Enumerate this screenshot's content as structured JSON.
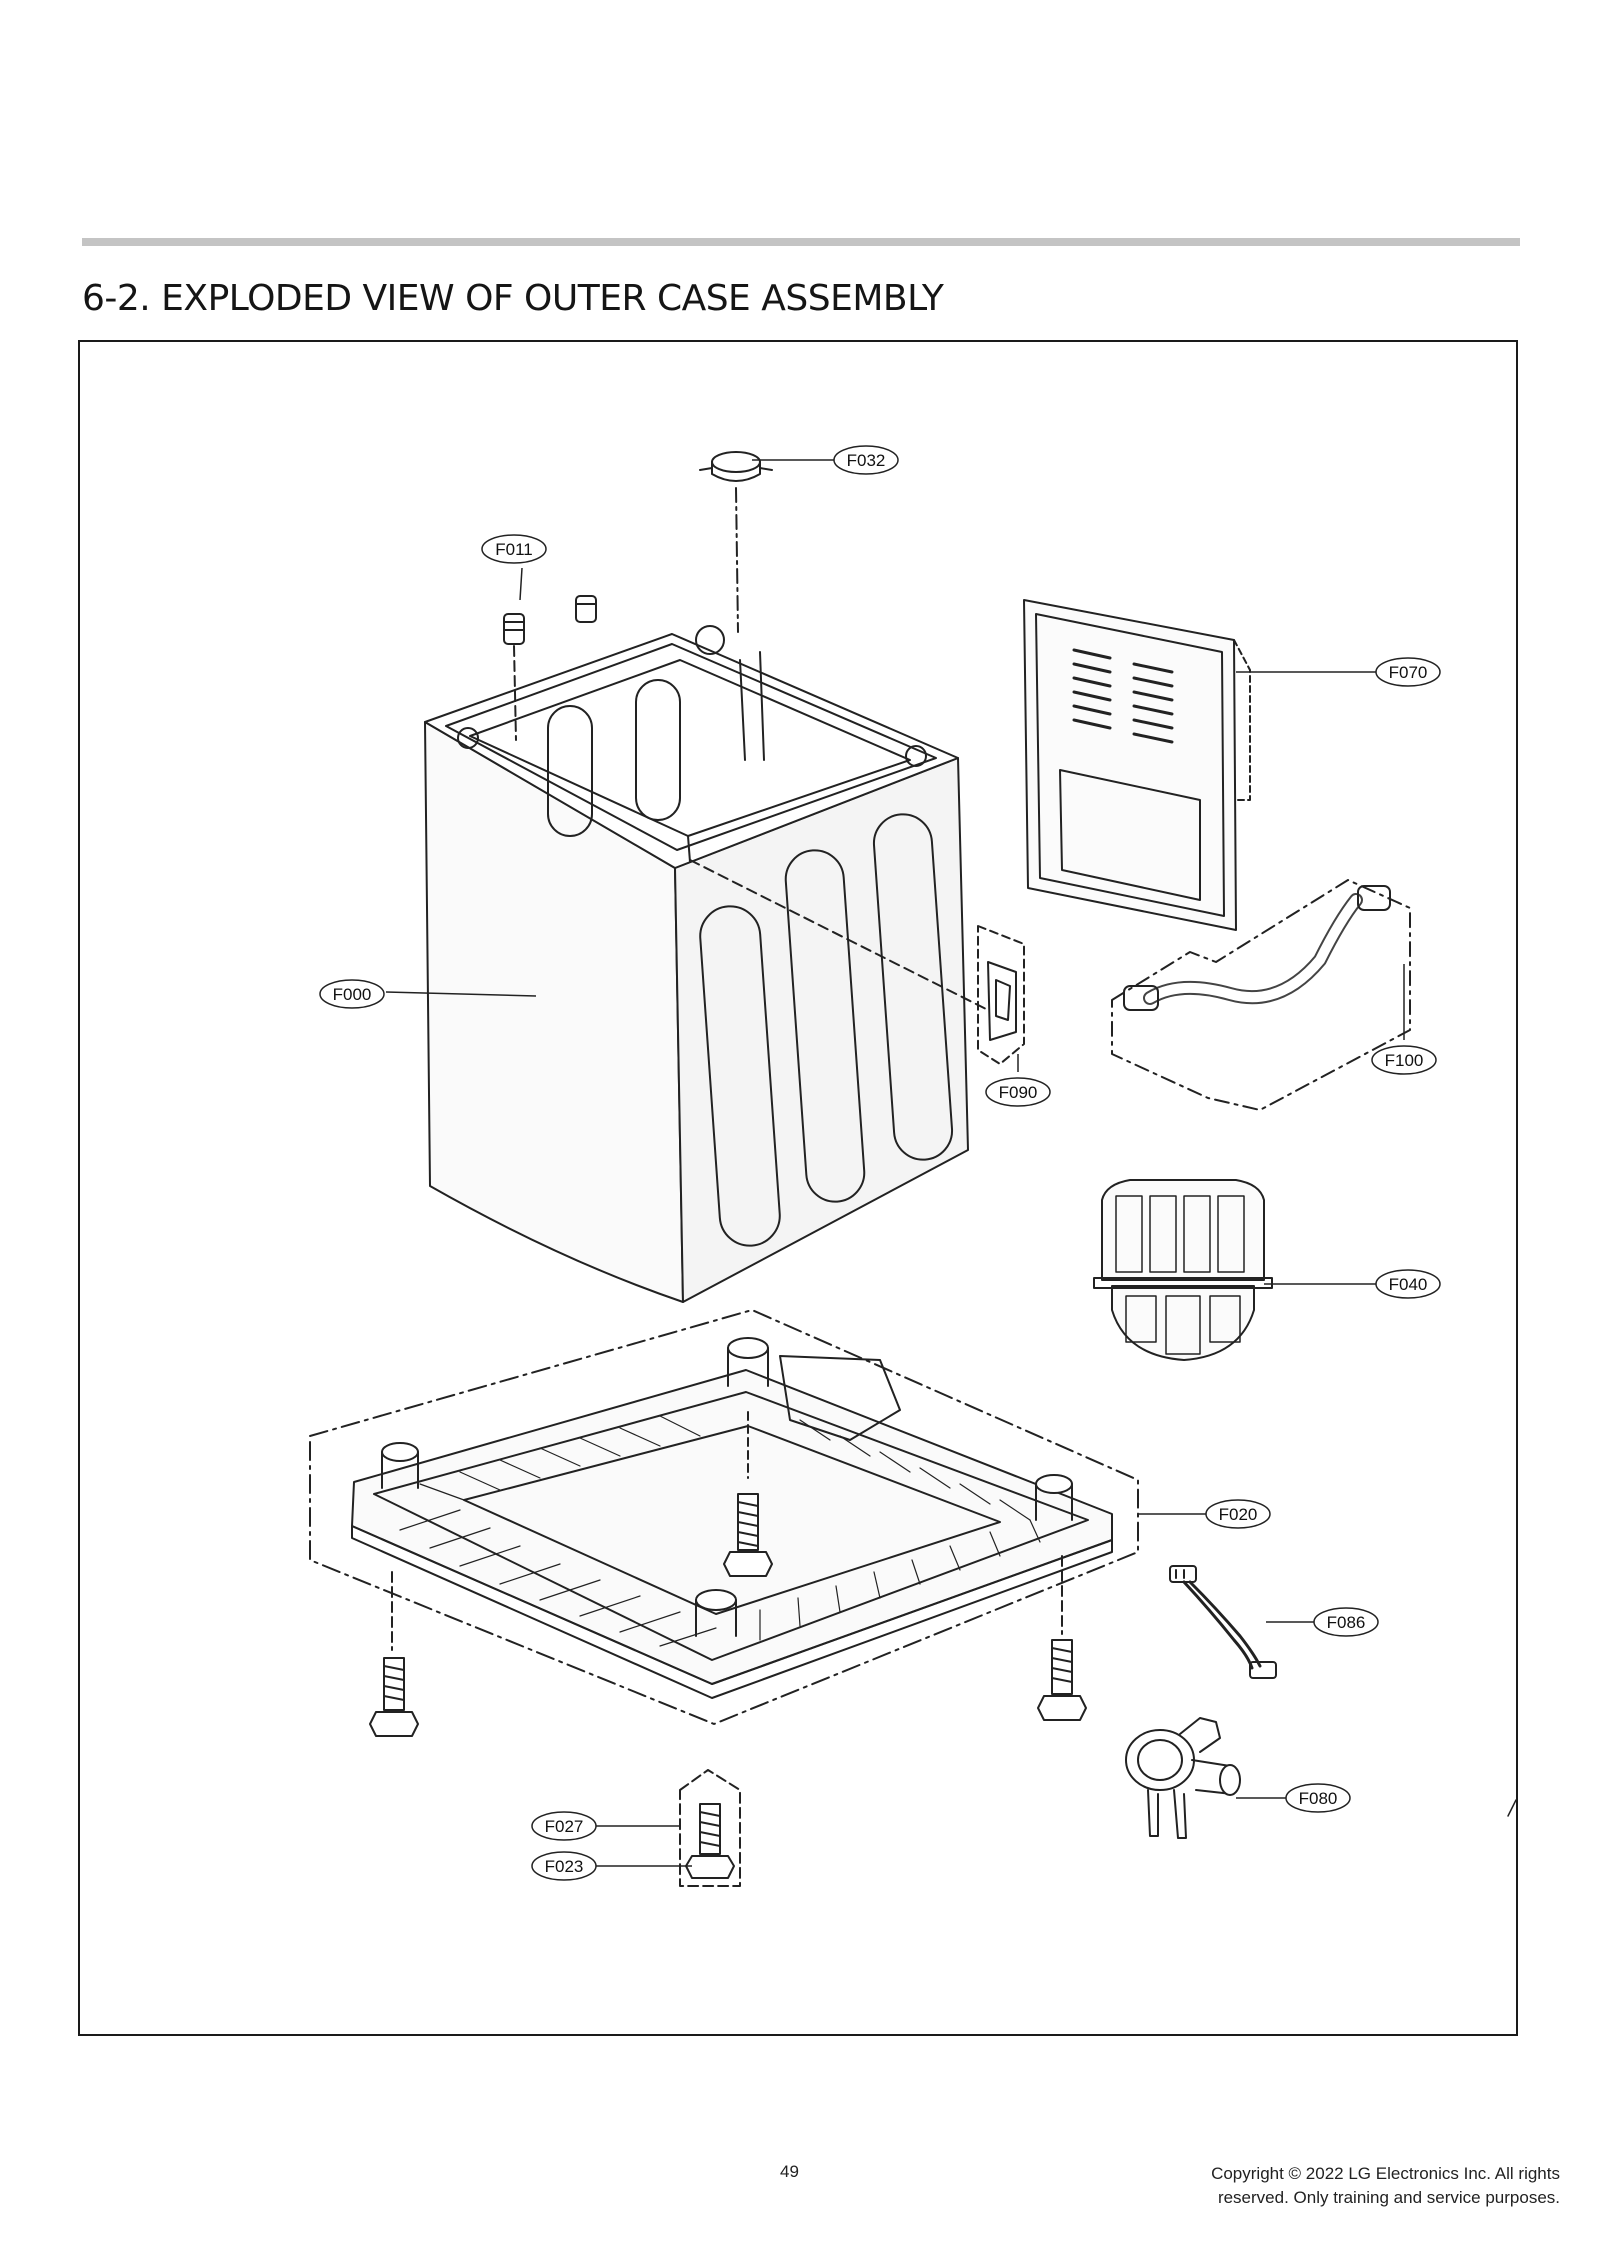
{
  "section_title": "6-2. EXPLODED VIEW OF OUTER CASE ASSEMBLY",
  "part_labels": {
    "f032": "F032",
    "f011": "F011",
    "f070": "F070",
    "f000": "F000",
    "f100": "F100",
    "f090": "F090",
    "f040": "F040",
    "f020": "F020",
    "f086": "F086",
    "f080": "F080",
    "f027": "F027",
    "f023": "F023"
  },
  "footer": {
    "page_number": "49",
    "copyright_line1": "Copyright © 2022 LG Electronics Inc. All rights",
    "copyright_line2": "reserved. Only training and service purposes."
  }
}
